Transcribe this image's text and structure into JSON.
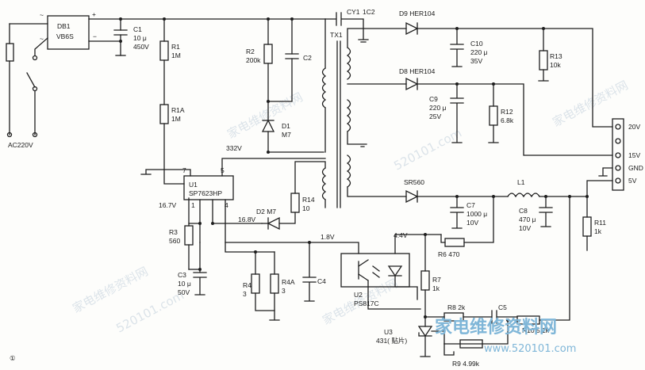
{
  "figure": {
    "index": "①",
    "watermark_text": "家电维修资料网",
    "watermark_url": "520101.com",
    "logo_text": "家电维修资料网",
    "logo_url": "www.520101.com"
  },
  "labels": {
    "ac_in": "AC220V",
    "db1": "DB1",
    "db1_part": "VB6S",
    "plus": "+",
    "minus": "−",
    "tilde1": "~",
    "tilde2": "~",
    "c1": "C1",
    "c1_val1": "10 μ",
    "c1_val2": "450V",
    "r1": "R1",
    "r1_val": "1M",
    "r1a": "R1A",
    "r1a_val": "1M",
    "r2": "R2",
    "r2_val": "200k",
    "c2": "C2",
    "d1": "D1",
    "d1_val": "M7",
    "v332": "332V",
    "cy1": "CY1",
    "cy1_val": "1C2",
    "tx1": "TX1",
    "d9": "D9 HER104",
    "c10": "C10",
    "c10_v1": "220 μ",
    "c10_v2": "35V",
    "r13": "R13",
    "r13_val": "10k",
    "d8": "D8 HER104",
    "c9": "C9",
    "c9_v1": "220 μ",
    "c9_v2": "25V",
    "r12": "R12",
    "r12_val": "6.8k",
    "out_20v": "20V",
    "out_15v": "15V",
    "out_gnd": "GND",
    "out_5v": "5V",
    "u1": "U1",
    "u1_part": "SP7623HP",
    "pin7": "7",
    "pin5": "5",
    "pin1": "1",
    "pin4": "4",
    "v167": "16.7V",
    "v168": "16.8V",
    "d2": "D2 M7",
    "r14": "R14",
    "r14_val": "10",
    "sr560": "SR560",
    "l1": "L1",
    "c7": "C7",
    "c7_v1": "1000 μ",
    "c7_v2": "10V",
    "c8": "C8",
    "c8_v1": "470 μ",
    "c8_v2": "10V",
    "r11": "R11",
    "r11_val": "1k",
    "r3": "R3",
    "r3_val": "560",
    "v18": "1.8V",
    "v44": "4.4V",
    "r6": "R6 470",
    "c3": "C3",
    "c3_v1": "10 μ",
    "c3_v2": "50V",
    "r4": "R4",
    "r4_val": "3",
    "r4a": "R4A",
    "r4a_val": "3",
    "c4": "C4",
    "u2": "U2",
    "u2_part": "PS817C",
    "r7": "R7",
    "r7_val": "1k",
    "r8": "R8 2k",
    "c5": "C5",
    "r10": "R10 5.1k",
    "u3": "U3",
    "u3_part": "431( 贴片)",
    "r9": "R9 4.99k"
  }
}
